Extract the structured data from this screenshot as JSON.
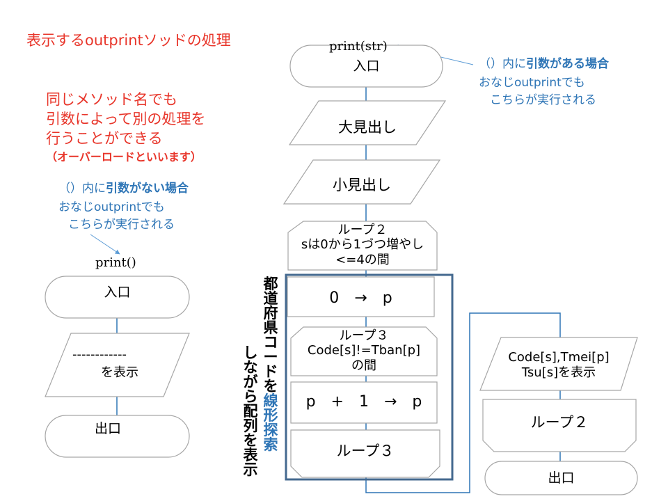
{
  "title": "表示するoutprintソッドの処理",
  "explain": {
    "line1": "同じメソッド名でも",
    "line2": "引数によって別の処理を",
    "line3": "行うことができる",
    "note": "（オーバーロードといいます）"
  },
  "note_no_args": {
    "pre": "（）内に",
    "bold": "引数がない場合",
    "line2": "おなじoutprintでも",
    "line3": "こちらが実行される"
  },
  "note_with_args": {
    "pre": "（）内に",
    "bold": "引数がある場合",
    "line2": "おなじoutprintでも",
    "line3": "こちらが実行される"
  },
  "left_flow": {
    "signature": "print()",
    "entry": "入口",
    "output_line1": "------------",
    "output_line2": "を表示",
    "exit": "出口"
  },
  "main_flow": {
    "signature": "print(str)",
    "entry": "入口",
    "heading_large": "大見出し",
    "heading_small": "小見出し",
    "loop2_start": "ループ２\nsは0から1づつ増やし\n<=4の間",
    "assign_p": "0　→　p",
    "loop3_start": "ループ３\nCode[s]!=Tban[p]\nの間",
    "increment_p": "p　+　1　→　p",
    "loop3_end": "ループ３",
    "output": "Code[s],Tmei[p]\nTsu[s]を表示",
    "loop2_end": "ループ２",
    "exit": "出口"
  },
  "side_caption": {
    "col1_pre": "都道府県コードを",
    "col1_hl": "線形探索",
    "col2": "しながら配列を表示"
  },
  "colors": {
    "red": "#e8352a",
    "blue": "#2e75b6",
    "frame": "#44698f",
    "shape_stroke": "#a6a6a6",
    "connector": "#2e75b6"
  }
}
